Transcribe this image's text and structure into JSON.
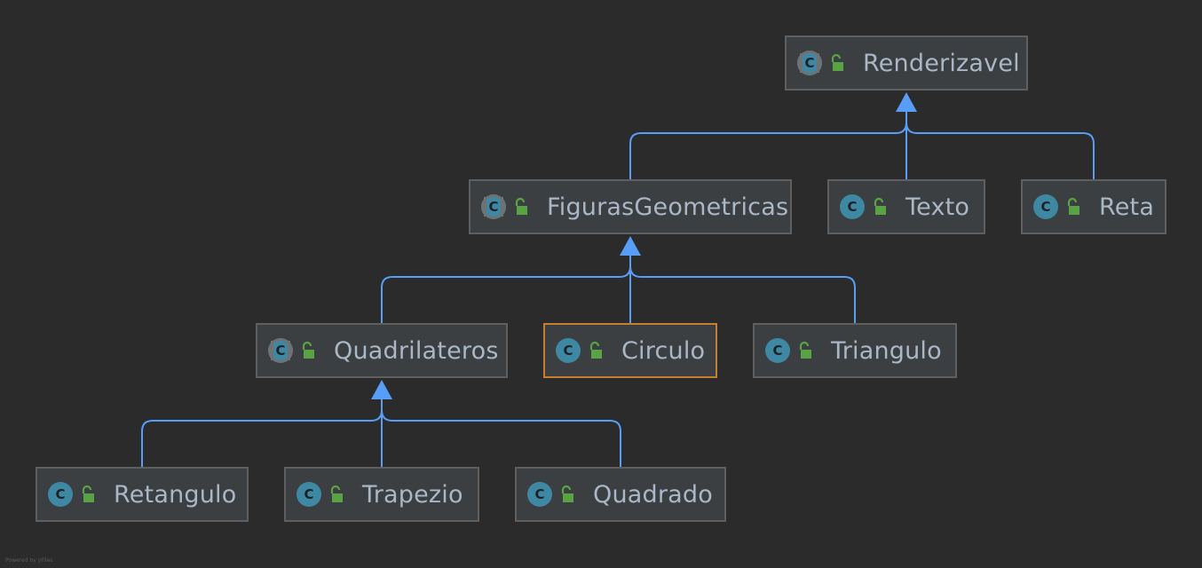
{
  "diagram": {
    "nodes": [
      {
        "id": "renderizavel",
        "label": "Renderizavel",
        "icon": "abstract-class-icon",
        "visibility": "public"
      },
      {
        "id": "figuras",
        "label": "FigurasGeometricas",
        "icon": "abstract-class-icon",
        "visibility": "public"
      },
      {
        "id": "texto",
        "label": "Texto",
        "icon": "class-icon",
        "visibility": "public"
      },
      {
        "id": "reta",
        "label": "Reta",
        "icon": "class-icon",
        "visibility": "public"
      },
      {
        "id": "quadrilateros",
        "label": "Quadrilateros",
        "icon": "abstract-class-icon",
        "visibility": "public"
      },
      {
        "id": "circulo",
        "label": "Circulo",
        "icon": "class-icon",
        "visibility": "public",
        "selected": true
      },
      {
        "id": "triangulo",
        "label": "Triangulo",
        "icon": "class-icon",
        "visibility": "public"
      },
      {
        "id": "retangulo",
        "label": "Retangulo",
        "icon": "class-icon",
        "visibility": "public"
      },
      {
        "id": "trapezio",
        "label": "Trapezio",
        "icon": "class-icon",
        "visibility": "public"
      },
      {
        "id": "quadrado",
        "label": "Quadrado",
        "icon": "class-icon",
        "visibility": "public"
      }
    ],
    "edges": [
      {
        "from": "figuras",
        "to": "renderizavel",
        "type": "extends"
      },
      {
        "from": "texto",
        "to": "renderizavel",
        "type": "extends"
      },
      {
        "from": "reta",
        "to": "renderizavel",
        "type": "extends"
      },
      {
        "from": "quadrilateros",
        "to": "figuras",
        "type": "extends"
      },
      {
        "from": "circulo",
        "to": "figuras",
        "type": "extends"
      },
      {
        "from": "triangulo",
        "to": "figuras",
        "type": "extends"
      },
      {
        "from": "retangulo",
        "to": "quadrilateros",
        "type": "extends"
      },
      {
        "from": "trapezio",
        "to": "quadrilateros",
        "type": "extends"
      },
      {
        "from": "quadrado",
        "to": "quadrilateros",
        "type": "extends"
      }
    ],
    "class_icon_letter": "C",
    "colors": {
      "background": "#2b2b2b",
      "node_fill": "#3c3f41",
      "node_border": "#5f5f5f",
      "selected_border": "#c67f2e",
      "edge": "#589df6",
      "class_icon": "#3f88a4",
      "lock_icon": "#5aa246",
      "text": "#a9b7c6"
    }
  },
  "footer": {
    "text": "Powered by yFiles"
  }
}
